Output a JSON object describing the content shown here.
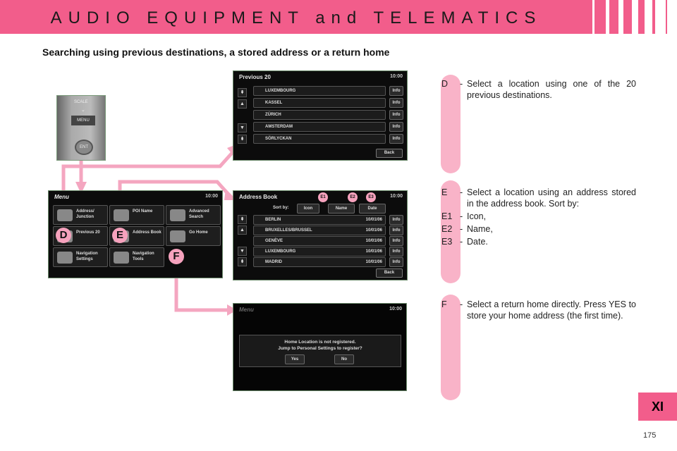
{
  "header": {
    "title": "AUDIO EQUIPMENT and TELEMATICS"
  },
  "subtitle": "Searching using previous destinations, a stored address or a return home",
  "device": {
    "scale": "SCALE",
    "menu": "MENU",
    "ent": "ENT"
  },
  "previous_screen": {
    "title": "Previous 20",
    "clock": "10:00",
    "items": [
      "LUXEMBOURG",
      "KASSEL",
      "ZÜRICH",
      "AMSTERDAM",
      "SÖRLYCKAN"
    ],
    "info": "Info",
    "back": "Back"
  },
  "address_screen": {
    "title": "Address Book",
    "clock": "10:00",
    "sort_by": "Sort by:",
    "sort": [
      "Icon",
      "Name",
      "Date"
    ],
    "items": [
      {
        "name": "BERLIN",
        "date": "10/01/06"
      },
      {
        "name": "BRUXELLES/BRUSSEL",
        "date": "10/01/06"
      },
      {
        "name": "GENÈVE",
        "date": "10/01/06"
      },
      {
        "name": "LUXEMBOURG",
        "date": "10/01/06"
      },
      {
        "name": "MADRID",
        "date": "10/01/06"
      }
    ],
    "info": "Info",
    "back": "Back"
  },
  "menu_screen": {
    "title": "Menu",
    "clock": "10:00",
    "tiles": [
      "Address/ Junction",
      "POI Name",
      "Advanced Search",
      "Previous 20",
      "Address Book",
      "Go Home",
      "Navigation Settings",
      "Navigation Tools"
    ]
  },
  "popup_screen": {
    "title": "Menu",
    "clock": "10:00",
    "msg1": "Home Location is not registered.",
    "msg2": "Jump to Personal Settings to register?",
    "yes": "Yes",
    "no": "No"
  },
  "badges": {
    "d": "D",
    "e": "E",
    "f": "F",
    "e1": "E1",
    "e2": "E2",
    "e3": "E3"
  },
  "desc": {
    "d": {
      "key": "D",
      "text": "Select a location using one of the 20 previous destinations."
    },
    "e": {
      "key": "E",
      "text": "Select a location using an address stored in the address book. Sort by:"
    },
    "e1": {
      "key": "E1",
      "text": "Icon,"
    },
    "e2": {
      "key": "E2",
      "text": "Name,"
    },
    "e3": {
      "key": "E3",
      "text": "Date."
    },
    "f": {
      "key": "F",
      "text": "Select a return home directly. Press YES to store your home address (the first time)."
    }
  },
  "section": "XI",
  "page_number": "175"
}
